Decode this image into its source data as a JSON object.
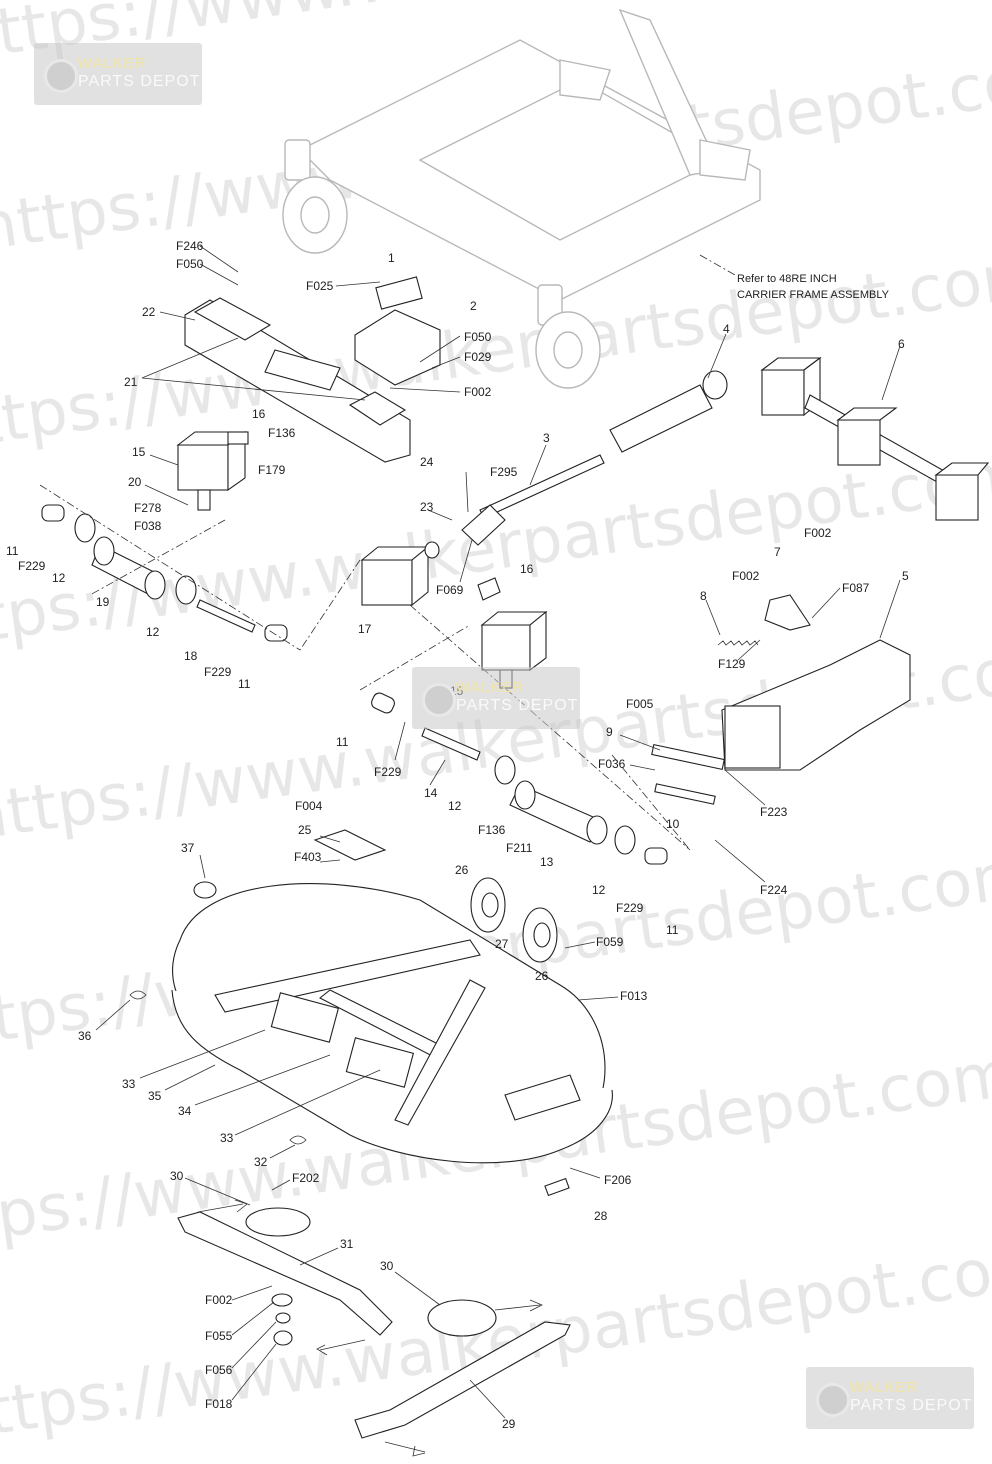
{
  "watermark": {
    "text": "https://www.walkerpartsdepot.com",
    "brand_top": "WALKER",
    "brand_bottom": "PARTS DEPOT"
  },
  "note": {
    "line1": "Refer to 48RE INCH",
    "line2": "CARRIER FRAME ASSEMBLY"
  },
  "labels": [
    "F246",
    "F050",
    "1",
    "F025",
    "2",
    "F050",
    "F029",
    "22",
    "21",
    "F002",
    "4",
    "6",
    "16",
    "F136",
    "15",
    "F179",
    "20",
    "F278",
    "F038",
    "11",
    "F229",
    "12",
    "19",
    "12",
    "18",
    "F229",
    "11",
    "3",
    "24",
    "F295",
    "23",
    "F069",
    "16",
    "17",
    "7",
    "F002",
    "F002",
    "F087",
    "5",
    "8",
    "F129",
    "15",
    "11",
    "F229",
    "14",
    "12",
    "F005",
    "9",
    "F036",
    "F223",
    "10",
    "F136",
    "F211",
    "13",
    "12",
    "F229",
    "11",
    "F224",
    "F004",
    "25",
    "F403",
    "37",
    "26",
    "27",
    "F059",
    "26",
    "F013",
    "36",
    "33",
    "35",
    "34",
    "33",
    "32",
    "30",
    "F202",
    "F206",
    "28",
    "31",
    "F002",
    "F055",
    "F056",
    "F018",
    "30",
    "29"
  ]
}
